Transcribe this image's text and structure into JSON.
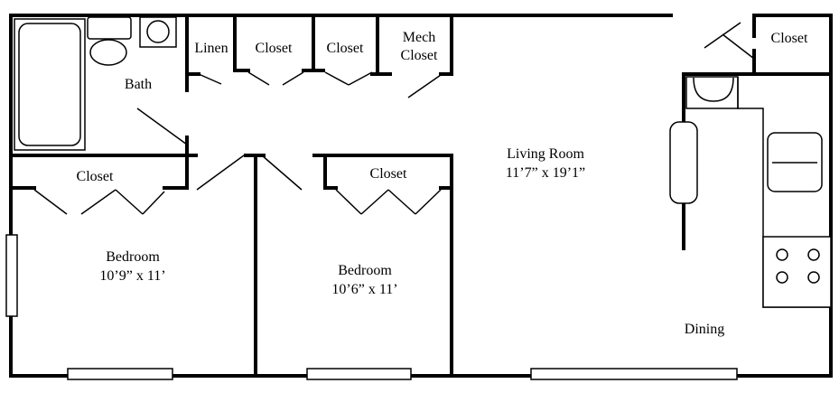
{
  "rooms": {
    "bath": "Bath",
    "linen": "Linen",
    "closet_hall_1": "Closet",
    "closet_hall_2": "Closet",
    "mech_closet_line1": "Mech",
    "mech_closet_line2": "Closet",
    "closet_entry": "Closet",
    "closet_bedroom1": "Closet",
    "bedroom1_name": "Bedroom",
    "bedroom1_size": "10’9” x 11’",
    "closet_bedroom2": "Closet",
    "bedroom2_name": "Bedroom",
    "bedroom2_size": "10’6” x 11’",
    "living_room_name": "Living Room",
    "living_room_size": "11’7” x 19’1”",
    "dining": "Dining"
  }
}
